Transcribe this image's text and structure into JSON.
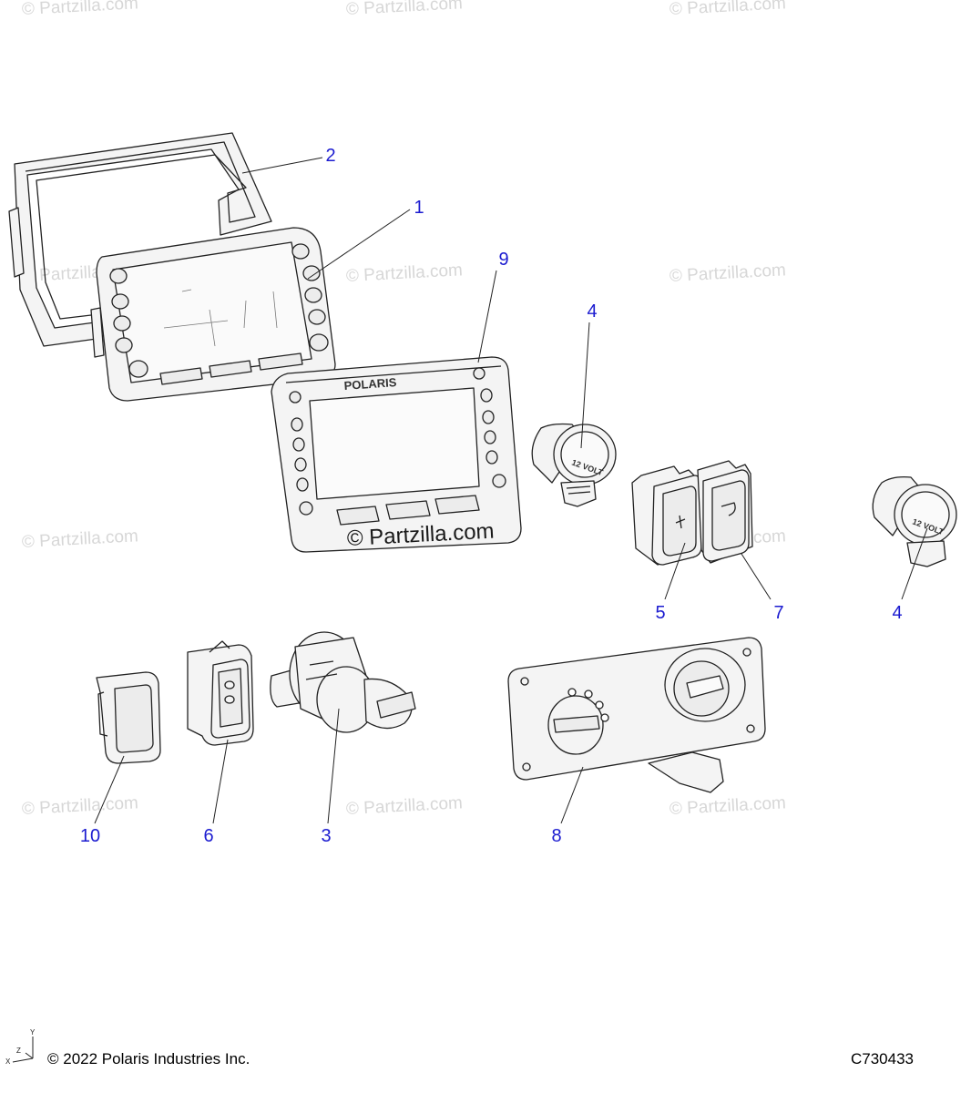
{
  "watermark": "© Partzilla.com",
  "center_watermark": "© Partzilla.com",
  "callouts": [
    {
      "id": "c2",
      "label": "2"
    },
    {
      "id": "c1",
      "label": "1"
    },
    {
      "id": "c9",
      "label": "9"
    },
    {
      "id": "c4a",
      "label": "4"
    },
    {
      "id": "c5",
      "label": "5"
    },
    {
      "id": "c7",
      "label": "7"
    },
    {
      "id": "c4b",
      "label": "4"
    },
    {
      "id": "c10",
      "label": "10"
    },
    {
      "id": "c6",
      "label": "6"
    },
    {
      "id": "c3",
      "label": "3"
    },
    {
      "id": "c8",
      "label": "8"
    }
  ],
  "parts": {
    "display_brand": "POLARIS",
    "outlet_label": "12 VOLT"
  },
  "axis": {
    "y": "Y",
    "z": "Z",
    "x": "X"
  },
  "footer": {
    "copyright": "© 2022 Polaris Industries Inc.",
    "diagram_code": "C730433"
  },
  "colors": {
    "callout": "#1b1bd0",
    "line": "#222222",
    "watermark": "#d7d7d7"
  }
}
